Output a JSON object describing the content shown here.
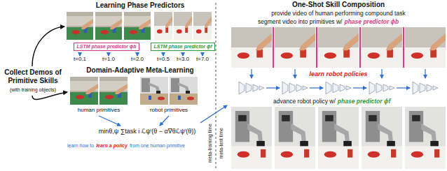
{
  "diagram": {
    "nodes": [
      {
        "text": [
          "LSTM phase predictor ϕb"
        ]
      },
      {
        "text": [
          "LSTM phase predictor ϕf"
        ]
      }
    ],
    "labels": [
      "Learning Phase Predictors",
      "t=0.1",
      "t=1.0",
      "t=2.0",
      "t=0.5",
      "t=3.0",
      "t=7.0",
      "Collect Demos of Primitive Skills",
      "(with training objects)",
      "Domain-Adaptive Meta-Learning",
      "human primitives",
      "robot primitives",
      "minθ,ψ ∑task i ℒψⁱ(θ − α∇θℒψⁱ(θ))",
      "learn how to",
      "learn a policy",
      "from one human primitive",
      "meta-training time",
      "meta-test time",
      "One-Shot Skill Composition",
      "provide video of human performing compound task",
      "segment video into primitives w/",
      "phase predictor ϕb",
      "learn robot policies",
      "advance robot policy w/",
      "phase predictor ϕf"
    ]
  }
}
